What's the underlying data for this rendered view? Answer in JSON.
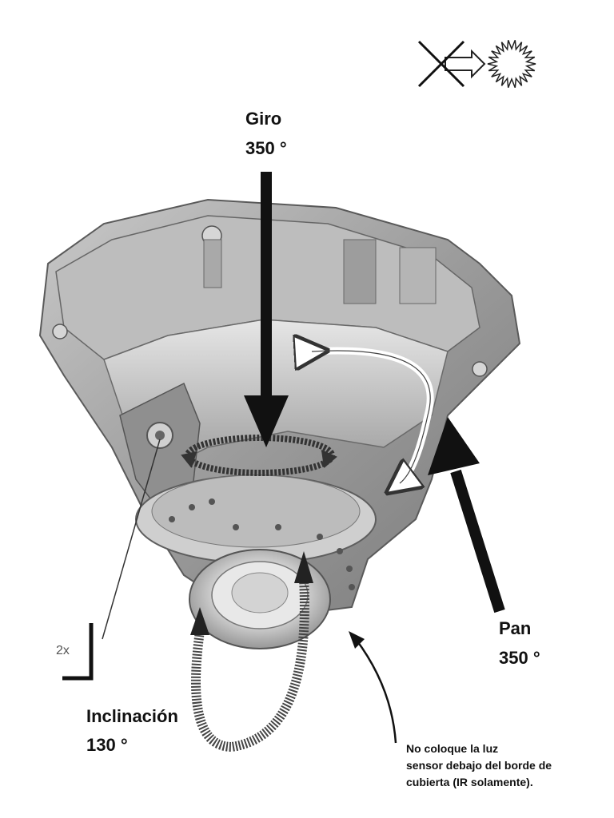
{
  "labels": {
    "giro_title": "Giro",
    "giro_value": "350 °",
    "pan_title": "Pan",
    "pan_value": "350 °",
    "tilt_title": "Inclinación",
    "tilt_value": "130 °",
    "hex_key_count": "2x",
    "note_line1": "No coloque la luz",
    "note_line2": "sensor debajo del borde de",
    "note_line3": "cubierta (IR solamente)."
  },
  "icons": {
    "no_light": "crossed-arrow-icon",
    "light": "sunburst-icon",
    "tool": "hex-key-icon"
  },
  "colors": {
    "arrow": "#111111",
    "body_light": "#d9d9d9",
    "body_mid": "#a9a9a9",
    "body_dark": "#6f6f6f"
  }
}
